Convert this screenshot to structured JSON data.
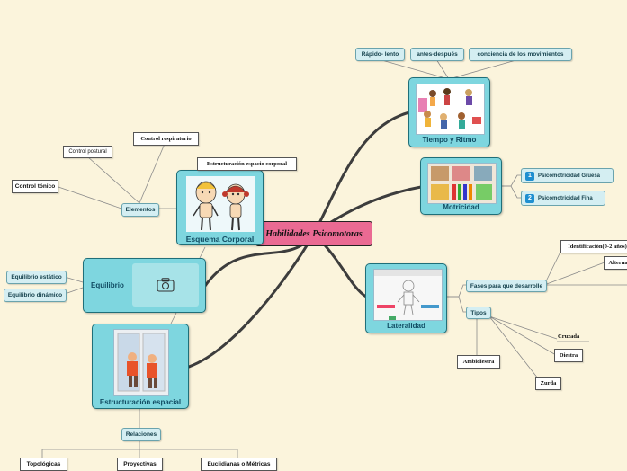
{
  "central": "Habilidades Psicomotoras",
  "esquema": {
    "label": "Esquema Corporal",
    "elementos": "Elementos",
    "control_respiratorio": "Control respiratorio",
    "control_postural": "Control postural",
    "control_tonico": "Control tónico",
    "estructuracion_espacio": "Estructuración espacio corporal"
  },
  "equilibrio": {
    "label": "Equilibrio",
    "estatico": "Equilibrio estático",
    "dinamico": "Equilibrio dinámico",
    "image_icon": "camera-icon"
  },
  "espacial": {
    "label": "Estructuración espacial",
    "relaciones": "Relaciones",
    "topologicas": "Topológicas",
    "proyectivas": "Proyectivas",
    "euclidianas": "Euclidianas o Métricas"
  },
  "tiempo": {
    "label": "Tiempo y Ritmo",
    "rapido": "Rápido- lento",
    "antes": "antes-después",
    "conciencia": "conciencia de los movimientos"
  },
  "motricidad": {
    "label": "Motricidad",
    "gruesa_num": "1",
    "gruesa": "Psicomotricidad Gruesa",
    "fina_num": "2",
    "fina": "Psicomotricidad Fina"
  },
  "lateralidad": {
    "label": "Lateralidad",
    "fases": "Fases para que desarrolle",
    "identificacion": "Identificación(0-2 años)",
    "alternancia": "Alterna",
    "tipos": "Tipos",
    "cruzada": "Cruzada",
    "diestra": "Diestra",
    "zurda": "Zurda",
    "ambidiestra": "Ambidiestra"
  },
  "colors": {
    "background": "#fbf4dc",
    "central": "#ea6a93",
    "main": "#7ed6df",
    "line": "#3d3d3d"
  }
}
